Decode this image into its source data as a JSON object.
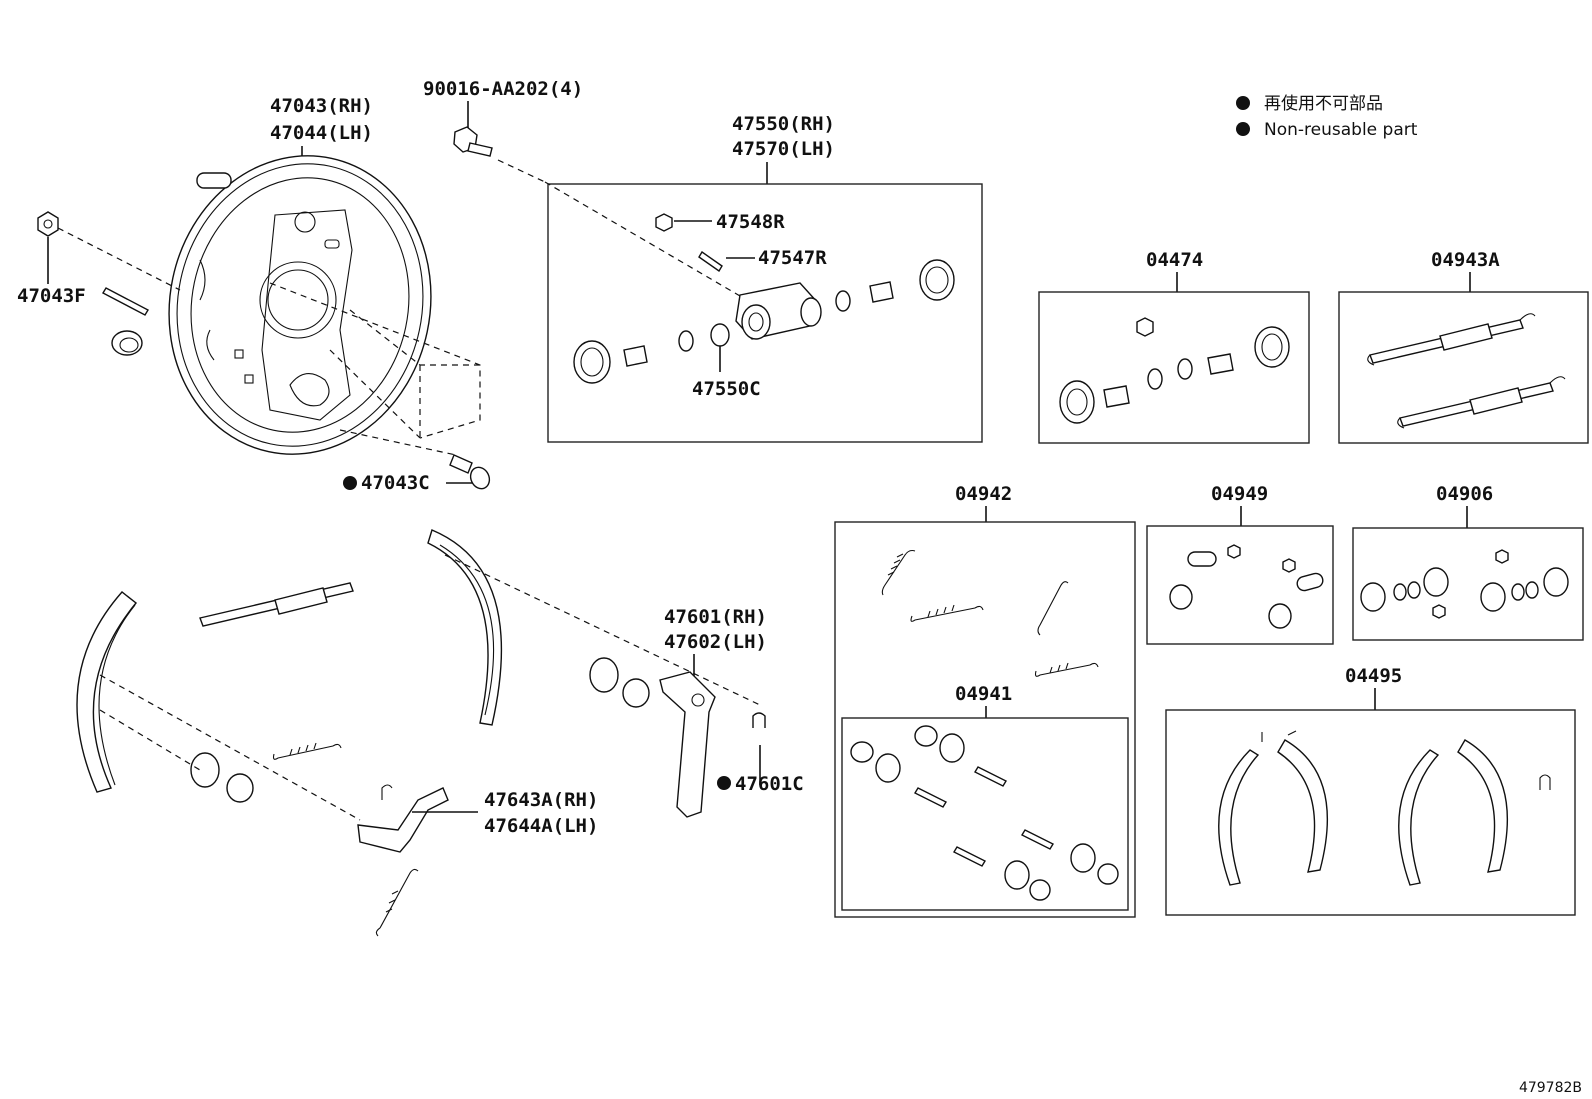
{
  "legend": {
    "line_ja": "再使用不可部品",
    "line_en": "Non-reusable part"
  },
  "diagram_id": "479782B",
  "labels": {
    "backing_plate": [
      "47043(RH)",
      "47044(LH)"
    ],
    "bolt_90016": "90016-AA202(4)",
    "plug_47043F": "47043F",
    "bolt_47043C": "47043C",
    "wheel_cyl": [
      "47550(RH)",
      "47570(LH)"
    ],
    "w_47548R": "47548R",
    "w_47547R": "47547R",
    "w_47550C": "47550C",
    "kit_04474": "04474",
    "kit_04943A": "04943A",
    "kit_04942": "04942",
    "kit_04949": "04949",
    "kit_04906": "04906",
    "kit_04941": "04941",
    "kit_04495": "04495",
    "lever_476": [
      "47601(RH)",
      "47602(LH)"
    ],
    "bolt_47601C": "47601C",
    "lever_4764": [
      "47643A(RH)",
      "47644A(LH)"
    ]
  }
}
